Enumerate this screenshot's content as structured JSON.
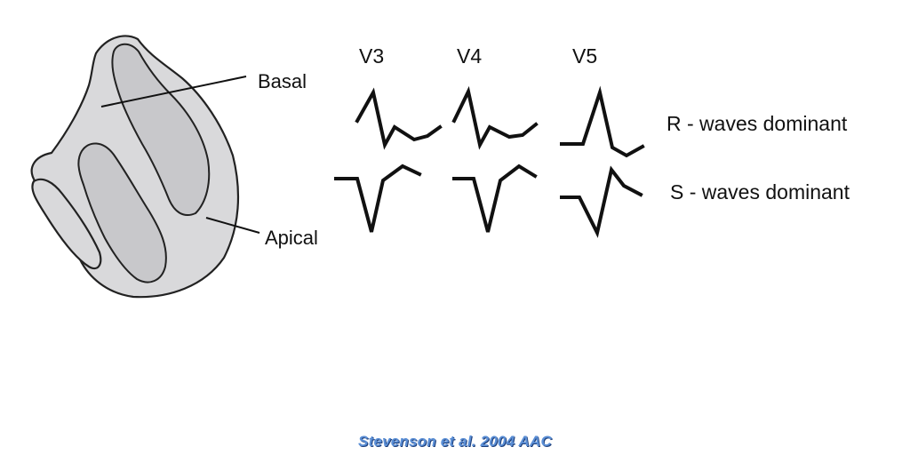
{
  "diagram": {
    "region_labels": {
      "basal": "Basal",
      "apical": "Apical"
    },
    "leads": [
      "V3",
      "V4",
      "V5"
    ],
    "rows": {
      "r_waves": "R - waves dominant",
      "s_waves": "S - waves dominant"
    }
  },
  "citation": "Stevenson et al. 2004 AAC"
}
